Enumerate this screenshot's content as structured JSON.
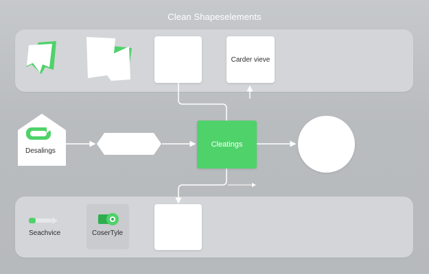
{
  "title": "Clean Shapeselements",
  "colors": {
    "accent_green": "#4fd26a",
    "panel": "#d3d5d8",
    "background": "#bcbfc2",
    "connector": "#ffffff"
  },
  "top_row": {
    "card_right_label": "Carder vieve"
  },
  "middle_row": {
    "house_label": "Desalings",
    "center_label": "Cleatings"
  },
  "bottom_row": {
    "left_label": "Seachvice",
    "middle_label": "CoserTyle"
  }
}
